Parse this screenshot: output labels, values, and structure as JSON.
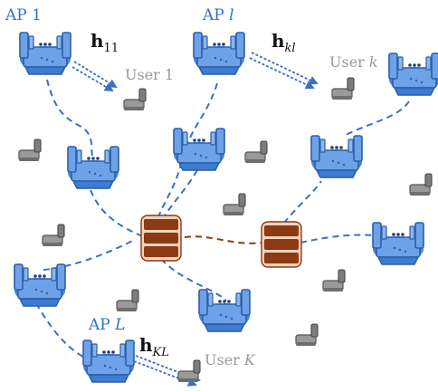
{
  "labels": {
    "ap_1": "AP 1",
    "ap_l_prefix": "AP ",
    "ap_l_var": "l",
    "ap_L_prefix": "AP ",
    "ap_L_var": "L",
    "user_1": "User 1",
    "user_k_prefix": "User ",
    "user_k_var": "k",
    "user_K_prefix": "User ",
    "user_K_var": "K",
    "h11_base": "h",
    "h11_sub": "11",
    "hkl_base": "h",
    "hkl_sub": "kl",
    "hKL_base": "h",
    "hKL_sub": "KL"
  },
  "colors": {
    "ap_fill": "#6ea2e8",
    "ap_stroke": "#2a5ea8",
    "link": "#3a6fc4",
    "channel_arrow": "#3a6fc4",
    "cpu_fill": "#8b3a12",
    "cpu_rim": "#f1d4bf",
    "cpu_link": "#8b3a12",
    "user_device": "#8f8f8f",
    "ap_label": "#2f6fd1",
    "user_label": "#9a9a9a"
  },
  "icons": {
    "access_point": "antenna-router-icon",
    "user": "user-terminal-icon",
    "cpu": "central-processing-unit-icon"
  }
}
